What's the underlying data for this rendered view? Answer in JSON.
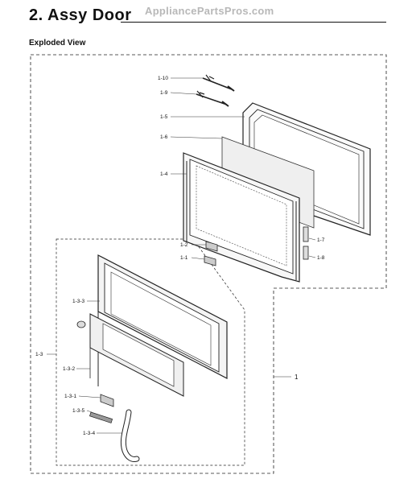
{
  "header": {
    "title": "2.  Assy Door",
    "watermark": "AppliancePartsPros.com"
  },
  "section": {
    "label": "Exploded View"
  },
  "callouts": {
    "c1_10": "1-10",
    "c1_9": "1-9",
    "c1_5": "1-5",
    "c1_6": "1-6",
    "c1_4": "1-4",
    "c1_7": "1-7",
    "c1_8": "1-8",
    "c1_2": "1-2",
    "c1_1": "1-1",
    "c1_3_3": "1-3-3",
    "c1_3": "1-3",
    "c1_3_2": "1-3-2",
    "c1_3_1": "1-3-1",
    "c1_3_5": "1-3-5",
    "c1_3_4": "1-3-4",
    "c1": "1"
  }
}
